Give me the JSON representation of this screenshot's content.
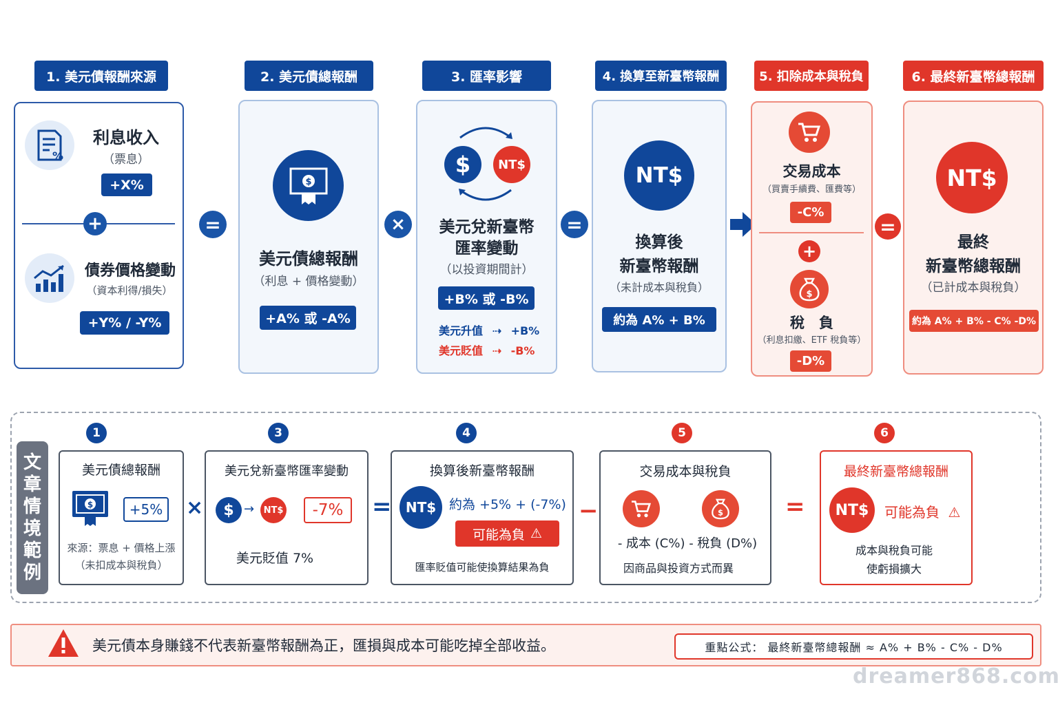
{
  "steps": {
    "s1": {
      "header": "1. 美元債報酬來源",
      "interest_title": "利息收入",
      "interest_sub": "（票息）",
      "interest_pill": "+X%",
      "price_title": "債券價格變動",
      "price_sub": "（資本利得/損失）",
      "price_pill": "+Y% / -Y%"
    },
    "s2": {
      "header": "2. 美元債總報酬",
      "title": "美元債總報酬",
      "sub": "（利息 + 價格變動）",
      "pill": "+A% 或 -A%"
    },
    "s3": {
      "header": "3. 匯率影響",
      "title_line1": "美元兌新臺幣",
      "title_line2": "匯率變動",
      "sub": "（以投資期間計）",
      "pill": "+B% 或 -B%",
      "up_label": "美元升值",
      "up_val": "+B%",
      "down_label": "美元貶值",
      "down_val": "-B%",
      "usd": "$",
      "ntd": "NT$"
    },
    "s4": {
      "header": "4. 換算至新臺幣報酬",
      "icon": "NT$",
      "title_line1": "換算後",
      "title_line2": "新臺幣報酬",
      "sub": "（未計成本與稅負）",
      "pill": "約為 A% + B%"
    },
    "s5": {
      "header": "5. 扣除成本與稅負",
      "cost_title": "交易成本",
      "cost_sub": "（買賣手續費、匯費等）",
      "cost_pill": "-C%",
      "tax_title": "稅　負",
      "tax_sub": "（利息扣繳、ETF 稅負等）",
      "tax_pill": "-D%"
    },
    "s6": {
      "header": "6. 最終新臺幣總報酬",
      "icon": "NT$",
      "title_line1": "最終",
      "title_line2": "新臺幣總報酬",
      "sub": "（已計成本與稅負）",
      "pill": "約為 A% + B% - C% -D%"
    }
  },
  "operators": {
    "plus": "+",
    "equals": "=",
    "times": "×",
    "minus": "−"
  },
  "example": {
    "label_chars": [
      "文",
      "章",
      "情",
      "境",
      "範",
      "例"
    ],
    "n1": "1",
    "n3": "3",
    "n4": "4",
    "n5": "5",
    "n6": "6",
    "e1": {
      "title": "美元債總報酬",
      "val": "+5%",
      "note1": "來源：票息 + 價格上漲",
      "note2": "（未扣成本與稅負）"
    },
    "e3": {
      "title": "美元兌新臺幣匯率變動",
      "usd": "$",
      "arrow": "→",
      "ntd": "NT$",
      "val": "-7%",
      "note": "美元貶值 7%"
    },
    "e4": {
      "icon": "NT$",
      "calc": "約為  +5% + (-7%)",
      "badge": "可能為負",
      "note": "匯率貶值可能使換算結果為負"
    },
    "e5": {
      "title": "交易成本與稅負",
      "terms": "- 成本 (C%)  -  稅負 (D%)",
      "note": "因商品與投資方式而異"
    },
    "e6": {
      "title": "最終新臺幣總報酬",
      "icon": "NT$",
      "badge": "可能為負",
      "note1": "成本與稅負可能",
      "note2": "使虧損擴大"
    }
  },
  "warning": {
    "text": "美元債本身賺錢不代表新臺幣報酬為正，匯損與成本可能吃掉全部收益。",
    "formula": "重點公式：  最終新臺幣總報酬  ≈  A%  +  B%  -  C%  -  D%"
  },
  "watermark": "dreamer868.com",
  "colors": {
    "blue": "#10479a",
    "red": "#e0362a",
    "light_blue_bg": "#f3f7fc",
    "light_red_bg": "#fdf1ee"
  }
}
